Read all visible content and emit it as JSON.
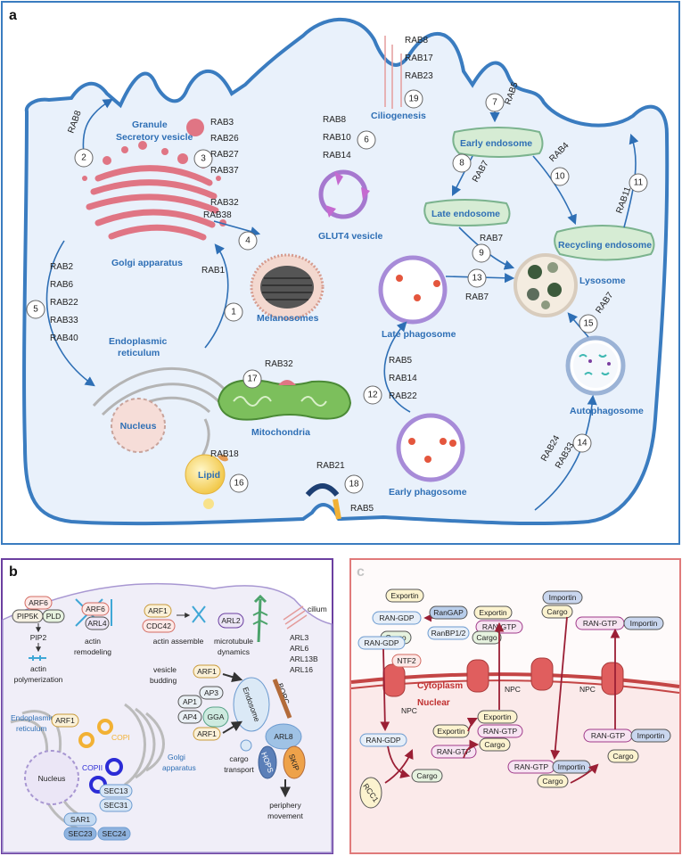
{
  "panel_a": {
    "letter": "a",
    "labels": {
      "granule": "Granule",
      "secretory": "Secretory vesicle",
      "golgi": "Golgi apparatus",
      "er1": "Endoplasmic",
      "er2": "reticulum",
      "nucleus": "Nucleus",
      "melanosomes": "Melanosomes",
      "mitochondria": "Mitochondria",
      "lipid": "Lipid",
      "glut4": "GLUT4 vesicle",
      "ciliogenesis": "Ciliogenesis",
      "early_endosome": "Early endosome",
      "late_endosome": "Late endosome",
      "recycling_endosome": "Recycling endosome",
      "lysosome": "Lysosome",
      "late_phagosome": "Late phagosome",
      "early_phagosome": "Early phagosome",
      "autophagosome": "Autophagosome"
    },
    "rabs": {
      "r2": "RAB8",
      "r3": [
        "RAB3",
        "RAB26",
        "RAB27",
        "RAB37"
      ],
      "r4": [
        "RAB32",
        "RAB38"
      ],
      "r5": [
        "RAB2",
        "RAB6",
        "RAB22",
        "RAB33",
        "RAB40"
      ],
      "r1": "RAB1",
      "r6": [
        "RAB8",
        "RAB10",
        "RAB14"
      ],
      "r19": [
        "RAB8",
        "RAB17",
        "RAB23"
      ],
      "r7": "RAB5",
      "r8": "RAB7",
      "r10": "RAB4",
      "r9": "RAB7",
      "r11": "RAB11",
      "r13": "RAB7",
      "r12": [
        "RAB5",
        "RAB14",
        "RAB22"
      ],
      "r15": "RAB7",
      "r14": [
        "RAB24",
        "RAB33"
      ],
      "r17": "RAB32",
      "r16": "RAB18",
      "r18a": "RAB21",
      "r18b": "RAB5"
    },
    "numbers": [
      "1",
      "2",
      "3",
      "4",
      "5",
      "6",
      "7",
      "8",
      "9",
      "10",
      "11",
      "12",
      "13",
      "14",
      "15",
      "16",
      "17",
      "18",
      "19"
    ]
  },
  "panel_b": {
    "letter": "b",
    "tags": {
      "arf6a": "ARF6",
      "pip5k": "PIP5K",
      "pld": "PLD",
      "arf6b": "ARF6",
      "arl4": "ARL4",
      "arf1a": "ARF1",
      "cdc42": "CDC42",
      "arl2": "ARL2",
      "arf1b": "ARF1",
      "arf1c": "ARF1",
      "arf1d": "ARF1",
      "ap1": "AP1",
      "ap3": "AP3",
      "ap4": "AP4",
      "gga": "GGA",
      "endosome": "Endosome",
      "borc": "BORC",
      "arl8": "ARL8",
      "hops": "HOPS",
      "skip": "SKIP",
      "sec13": "SEC13",
      "sec31": "SEC31",
      "sar1": "SAR1",
      "sec23": "SEC23",
      "sec24": "SEC24"
    },
    "text": {
      "pip2": "PIP2",
      "actin_poly1": "actin",
      "actin_poly2": "polymerization",
      "actin_rem1": "actin",
      "actin_rem2": "remodeling",
      "actin_assemble": "actin assemble",
      "micro1": "microtubule",
      "micro2": "dynamics",
      "cilium": "cilium",
      "arls": [
        "ARL3",
        "ARL6",
        "ARL13B",
        "ARL16"
      ],
      "vesicle1": "vesicle",
      "vesicle2": "budding",
      "er1": "Endoplasmic",
      "er2": "reticulum",
      "copi": "COPI",
      "copii": "COPII",
      "golgi1": "Golgi",
      "golgi2": "apparatus",
      "nucleus": "Nucleus",
      "cargo1": "cargo",
      "cargo2": "transport",
      "periph1": "periphery",
      "periph2": "movement"
    }
  },
  "panel_c": {
    "letter": "c",
    "text": {
      "exportin": "Exportin",
      "ran_gdp": "RAN-GDP",
      "cargo": "Cargo",
      "rangap": "RanGAP",
      "ranbp": "RanBP1/2",
      "ran_gtp": "RAN-GTP",
      "importin": "Importin",
      "ntf2": "NTF2",
      "npc": "NPC",
      "cytoplasm": "Cytoplasm",
      "nuclear": "Nuclear",
      "rcc1": "RCC1"
    }
  },
  "colors": {
    "cell_border": "#3a7cc0",
    "cell_fill": "#e9f1fb",
    "panel_b_border": "#6b3fa0",
    "panel_c_border": "#e07a7a",
    "panel_c_fill": "#fbeaea",
    "accent_blue": "#2e6fb5"
  }
}
